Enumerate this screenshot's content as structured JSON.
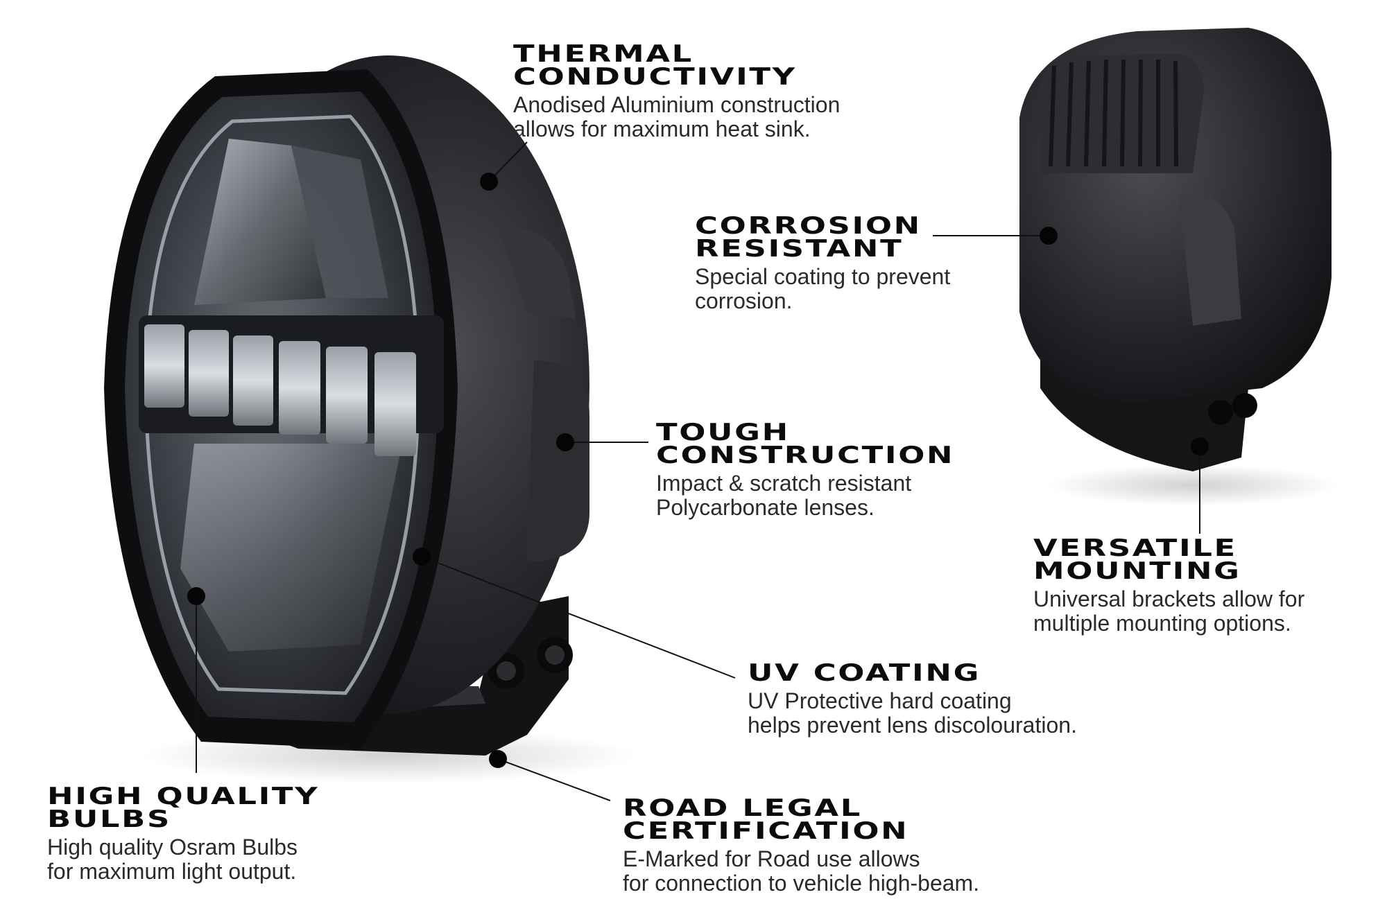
{
  "features": {
    "thermal": {
      "title_line1": "THERMAL",
      "title_line2": "CONDUCTIVITY",
      "desc_line1": "Anodised Aluminium construction",
      "desc_line2": "allows for maximum heat sink."
    },
    "corrosion": {
      "title_line1": "CORROSION",
      "title_line2": "RESISTANT",
      "desc_line1": "Special coating to prevent",
      "desc_line2": "corrosion."
    },
    "tough": {
      "title_line1": "TOUGH",
      "title_line2": "CONSTRUCTION",
      "desc_line1": "Impact & scratch resistant",
      "desc_line2": "Polycarbonate lenses."
    },
    "versatile": {
      "title_line1": "VERSATILE",
      "title_line2": "MOUNTING",
      "desc_line1": "Universal brackets allow for",
      "desc_line2": "multiple mounting options."
    },
    "uv": {
      "title_line1": "UV COATING",
      "desc_line1": "UV Protective hard coating",
      "desc_line2": "helps prevent lens discolouration."
    },
    "bulbs": {
      "title_line1": "HIGH QUALITY",
      "title_line2": "BULBS",
      "desc_line1": "High quality Osram Bulbs",
      "desc_line2": "for maximum light output."
    },
    "road": {
      "title_line1": "ROAD LEGAL",
      "title_line2": "CERTIFICATION",
      "desc_line1": "E-Marked for Road use allows",
      "desc_line2": "for connection to vehicle high-beam."
    }
  },
  "colors": {
    "housing": "#1c1d20",
    "lens": "#3a3d42",
    "drl_glow": "#d8e2ec",
    "text": "#1a1a1a"
  }
}
